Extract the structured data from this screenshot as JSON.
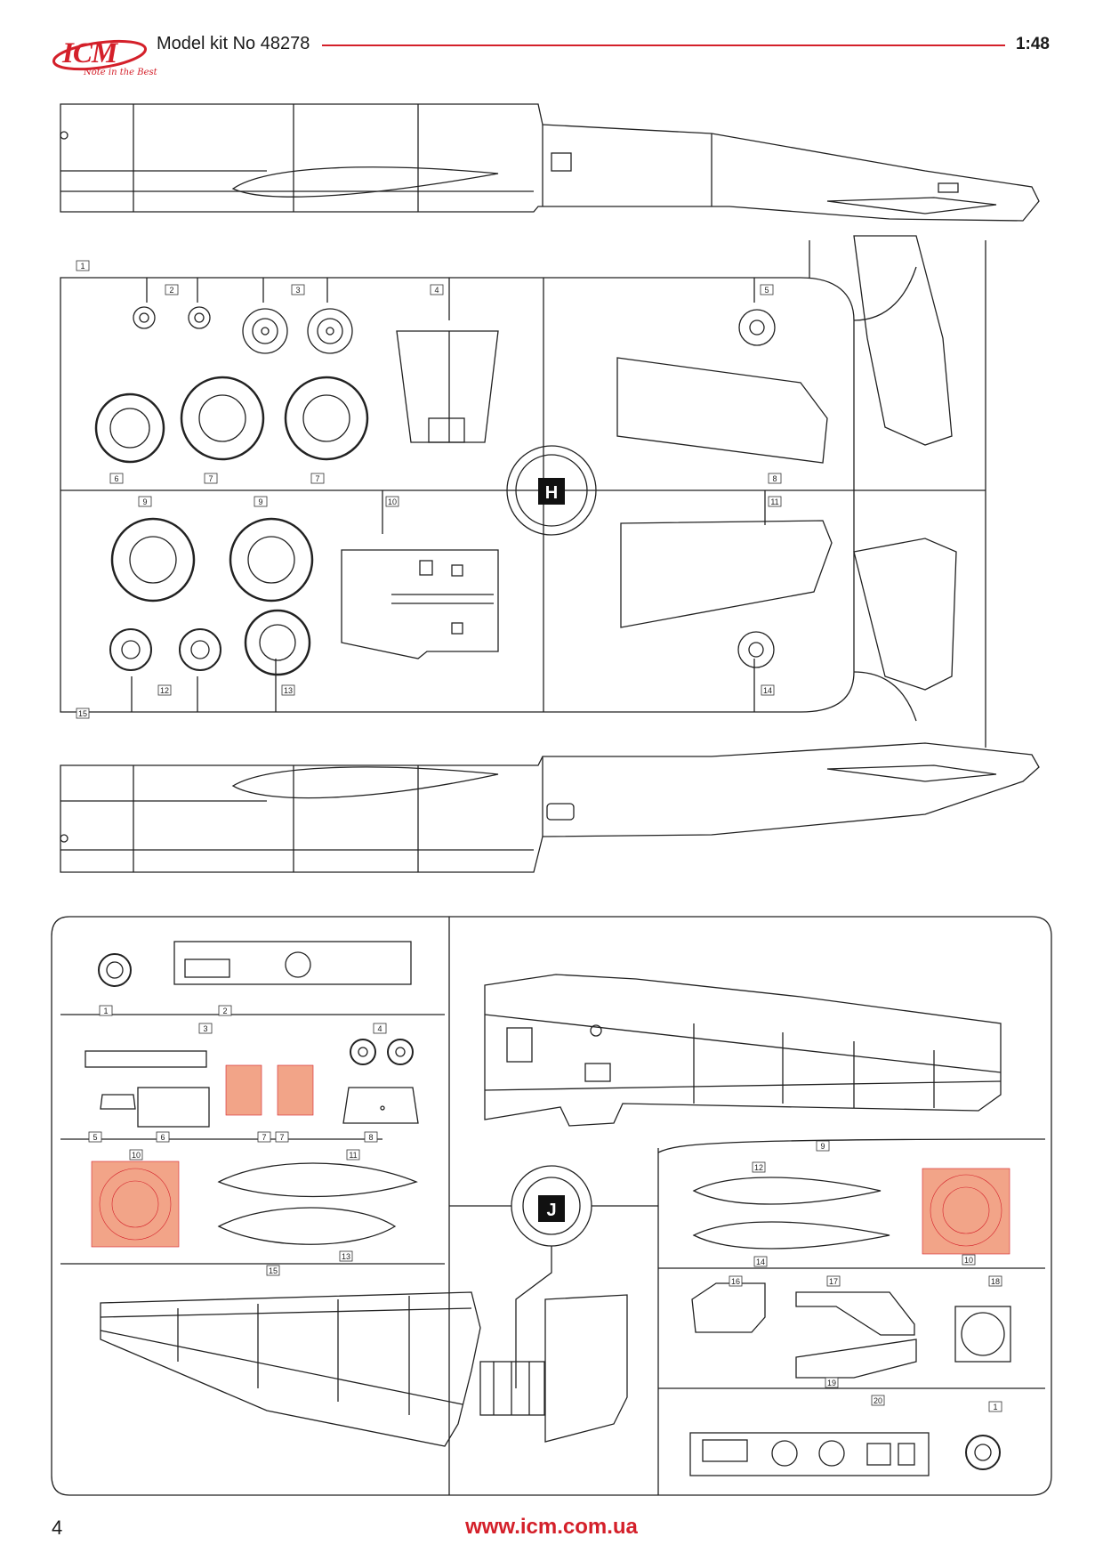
{
  "header": {
    "logo_text": "ICM",
    "logo_tagline": "Note in the Best",
    "kit_title": "Model kit No 48278",
    "scale": "1:48"
  },
  "sprue_h": {
    "letter": "H",
    "part_numbers": [
      "1",
      "2",
      "3",
      "4",
      "5",
      "6",
      "7",
      "7",
      "8",
      "9",
      "9",
      "10",
      "11",
      "12",
      "13",
      "14",
      "15"
    ]
  },
  "sprue_j": {
    "letter": "J",
    "part_numbers": [
      "1",
      "2",
      "3",
      "4",
      "5",
      "6",
      "7",
      "7",
      "8",
      "9",
      "10",
      "10",
      "11",
      "12",
      "13",
      "14",
      "15",
      "16",
      "17",
      "18",
      "19",
      "20",
      "1"
    ]
  },
  "colors": {
    "brand_red": "#d4202a",
    "highlight": "#f2a488"
  },
  "footer": {
    "page_number": "4",
    "url": "www.icm.com.ua"
  }
}
